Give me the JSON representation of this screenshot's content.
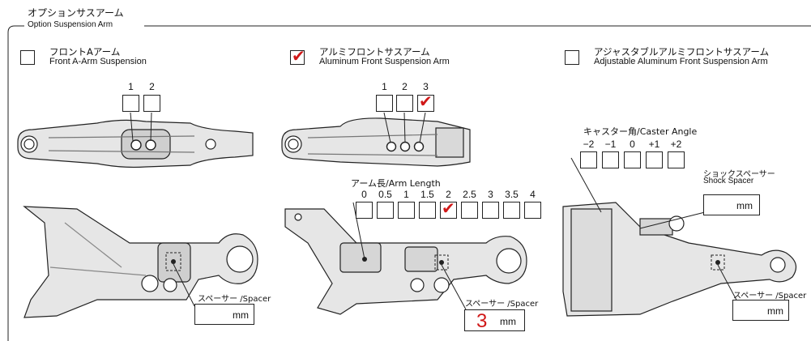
{
  "section": {
    "title_jp": "オプションサスアーム",
    "title_en": "Option Suspension Arm"
  },
  "colors": {
    "check": "#d01818",
    "line": "#222222",
    "arm_fill": "#e6e6e6"
  },
  "options": [
    {
      "jp": "フロントAアーム",
      "en": "Front A-Arm Suspension",
      "checked": false
    },
    {
      "jp": "アルミフロントサスアーム",
      "en": "Aluminum Front Suspension Arm",
      "checked": true
    },
    {
      "jp": "アジャスタブルアルミフロントサスアーム",
      "en": "Adjustable Aluminum Front Suspension Arm",
      "checked": false
    }
  ],
  "hole_positions_1": [
    "1",
    "2"
  ],
  "hole_positions_2": [
    "1",
    "2",
    "3"
  ],
  "hole_selected_2": "3",
  "arm_length": {
    "label": "アーム長/Arm Length",
    "values": [
      "0",
      "0.5",
      "1",
      "1.5",
      "2",
      "2.5",
      "3",
      "3.5",
      "4"
    ],
    "selected": "2"
  },
  "caster": {
    "label": "キャスター角/Caster Angle",
    "values": [
      "−2",
      "−1",
      "0",
      "+1",
      "+2"
    ]
  },
  "shock_spacer": {
    "label_jp": "ショックスペーサー",
    "label_en": "Shock Spacer",
    "unit": "mm",
    "value": ""
  },
  "spacers": [
    {
      "label": "スペーサー /Spacer",
      "value": "",
      "unit": "mm"
    },
    {
      "label": "スペーサー /Spacer",
      "value": "3",
      "unit": "mm"
    },
    {
      "label": "スペーサー /Spacer",
      "value": "",
      "unit": "mm"
    }
  ],
  "check_mark": "✔"
}
